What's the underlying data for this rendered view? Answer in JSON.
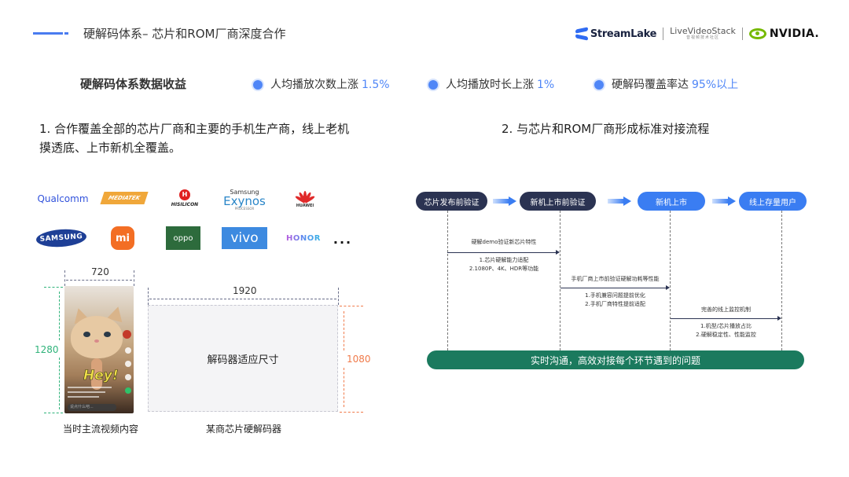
{
  "header": {
    "title": "硬解码体系– 芯片和ROM厂商深度合作",
    "partners": {
      "streamlake": "StreamLake",
      "livevideostack_main": "LiveVideoStack",
      "livevideostack_sub": "音视频技术社区",
      "nvidia": "NVIDIA."
    }
  },
  "metrics": {
    "heading": "硬解码体系数据收益",
    "items": [
      {
        "label": "人均播放次数上涨",
        "value": "1.5%"
      },
      {
        "label": "人均播放时长上涨",
        "value": "1%"
      },
      {
        "label": "硬解码覆盖率达",
        "value": "95%以上"
      }
    ],
    "accent": "#4f86f7"
  },
  "section1": {
    "text": "1. 合作覆盖全部的芯片厂商和主要的手机生产商，线上老机摸透底、上市新机全覆盖。",
    "chip_vendors": [
      {
        "name": "Qualcomm",
        "text": "Qualcomm"
      },
      {
        "name": "MediaTek",
        "text": "MEDIATEK"
      },
      {
        "name": "HiSilicon",
        "text": "HISILICON"
      },
      {
        "name": "Samsung Exynos",
        "top": "Samsung",
        "mid": "Exynos",
        "bot": "PROCESSOR"
      },
      {
        "name": "Huawei",
        "text": "HUAWEI"
      }
    ],
    "phone_makers": [
      {
        "name": "Samsung",
        "text": "SAMSUNG"
      },
      {
        "name": "Xiaomi",
        "text": "mi"
      },
      {
        "name": "OPPO",
        "text": "oppo"
      },
      {
        "name": "vivo",
        "text": "vivo"
      },
      {
        "name": "Honor",
        "text": "HONOR"
      }
    ],
    "more": "...",
    "illustration": {
      "video_width": "720",
      "video_height": "1280",
      "video_overlay_text": "Hey!",
      "video_input_placeholder": "说点什么吧...",
      "decoder_width": "1920",
      "decoder_height": "1080",
      "decoder_label": "解码器适应尺寸",
      "video_caption": "当时主流视频内容",
      "decoder_caption": "某商芯片硬解码器",
      "height_colors": {
        "video": "#2fb37a",
        "decoder": "#f07a4a"
      }
    }
  },
  "section2": {
    "title": "2. 与芯片和ROM厂商形成标准对接流程",
    "stages": [
      {
        "label": "芯片发布前验证",
        "style": "dark"
      },
      {
        "label": "新机上市前验证",
        "style": "dark"
      },
      {
        "label": "新机上市",
        "style": "blue"
      },
      {
        "label": "线上存量用户",
        "style": "blue"
      }
    ],
    "messages": [
      {
        "title": "硬解demo验证新芯片特性",
        "notes": [
          "1.芯片硬解能力适配",
          "2.1080P、4K、HDR等功能"
        ]
      },
      {
        "title": "手机厂商上市前验证硬解功耗等性能",
        "notes": [
          "1.手机兼容问题提前优化",
          "2.手机厂商特性提前适配"
        ]
      },
      {
        "title": "完善的线上监控机制",
        "notes": [
          "1.机型/芯片播放占比",
          "2.硬解稳定性、性能监控"
        ]
      }
    ],
    "bottom_bar": "实时沟通，高效对接每个环节遇到的问题",
    "colors": {
      "dark": "#2b3352",
      "blue": "#3a7df2",
      "bar": "#1b7a5e"
    }
  }
}
